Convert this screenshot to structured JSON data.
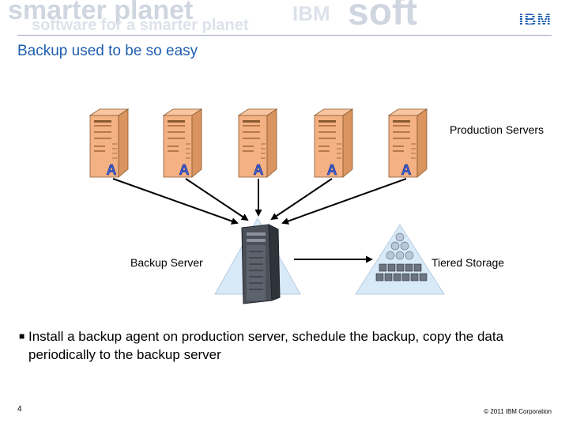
{
  "header": {
    "logo": "IBM",
    "watermark_texts": [
      "smarter planet",
      "software for a smarter planet",
      "soft",
      "IBM"
    ]
  },
  "slide": {
    "title": "Backup used to be so easy",
    "labels": {
      "production_servers": "Production Servers",
      "backup_server": "Backup Server",
      "tiered_storage": "Tiered Storage"
    },
    "bullet": "Install a backup agent on production server, schedule the backup, copy the data periodically to the backup server",
    "agent_badge": "A",
    "production_server_count": 5
  },
  "footer": {
    "page_number": "4",
    "copyright": "© 2011 IBM Corporation"
  },
  "colors": {
    "title": "#1f5fb0",
    "server_body": "#f4b183",
    "server_side": "#d99460",
    "triangle": "#cfe3f7",
    "storage_disk": "#b8c8d8",
    "arrow": "#000000"
  }
}
